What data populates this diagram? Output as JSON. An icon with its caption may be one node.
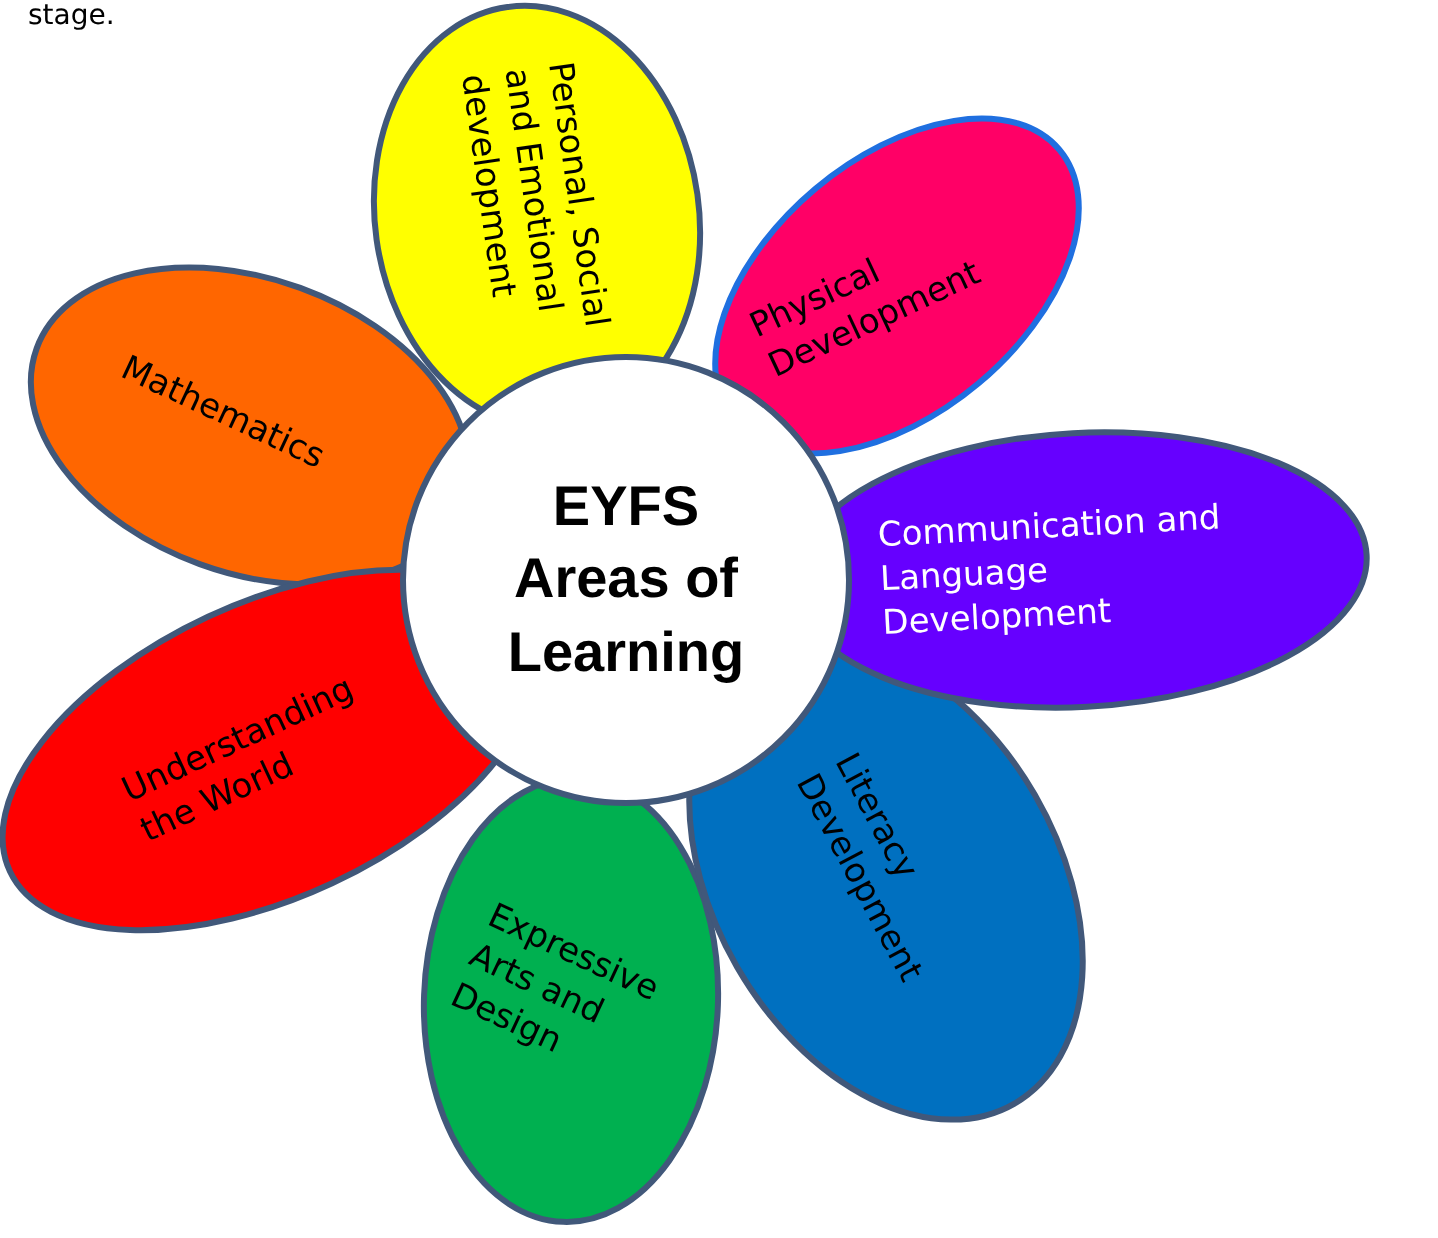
{
  "diagram": {
    "nodes": [
      {
        "text": [
          "EYFS Areas of Learning"
        ]
      },
      {
        "text": [
          "Personal, Social and Emotional development"
        ]
      },
      {
        "text": [
          "Physical Development"
        ]
      },
      {
        "text": [
          "Communication and Language Development"
        ]
      },
      {
        "text": [
          "Literacy Development"
        ]
      },
      {
        "text": [
          "Expressive Arts and Design"
        ]
      },
      {
        "text": [
          "Understanding the World"
        ]
      },
      {
        "text": [
          "Mathematics"
        ]
      }
    ],
    "labels": [
      "stage."
    ]
  }
}
